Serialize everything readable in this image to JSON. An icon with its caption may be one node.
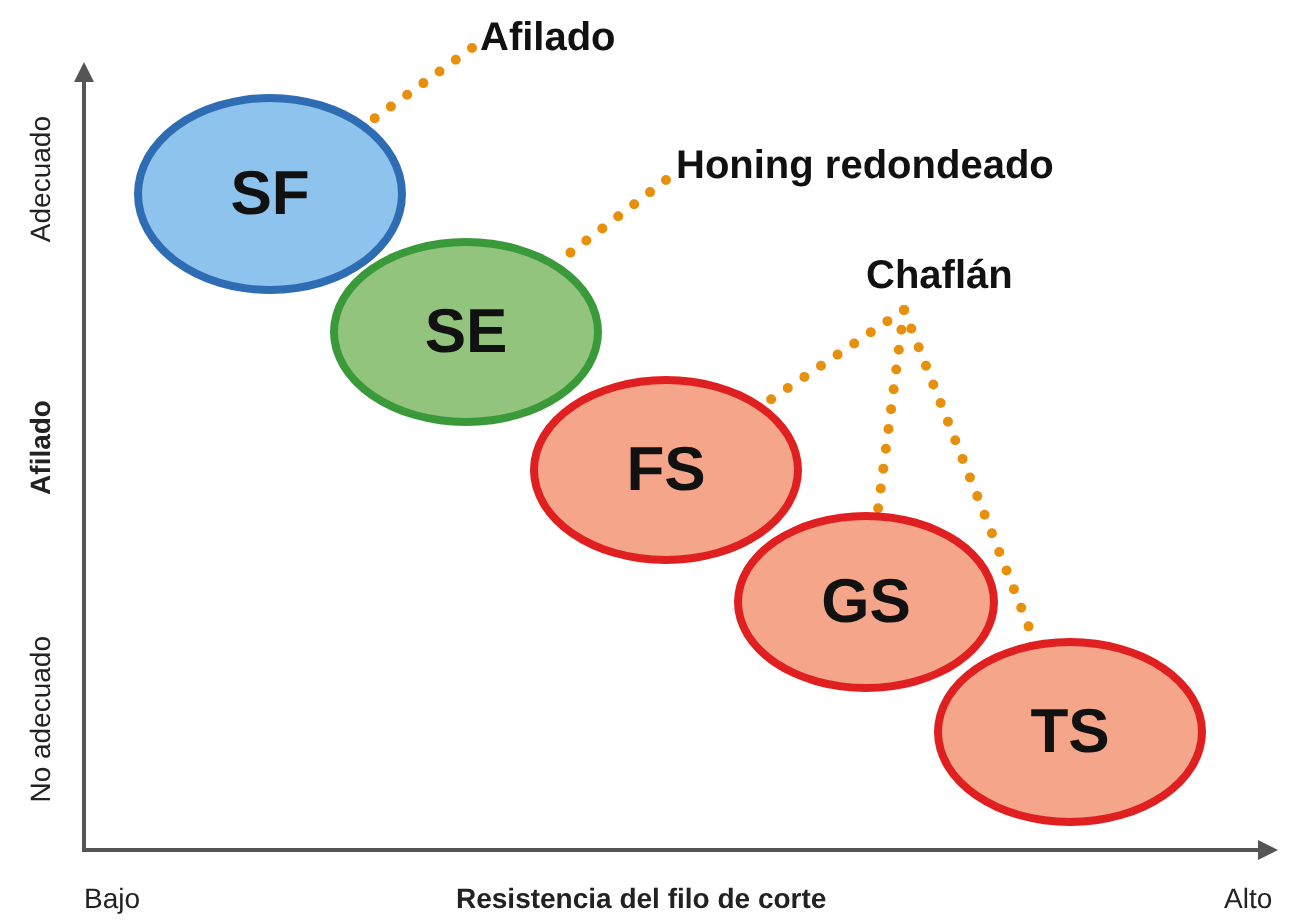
{
  "diagram": {
    "nodes": [
      {
        "text": [
          "Afilado"
        ]
      },
      {
        "text": [
          "Honing redondeado"
        ]
      },
      {
        "text": [
          "Chaflán"
        ]
      },
      {
        "text": [
          "SF"
        ]
      },
      {
        "text": [
          "SE"
        ]
      },
      {
        "text": [
          "FS"
        ]
      },
      {
        "text": [
          "GS"
        ]
      },
      {
        "text": [
          "TS"
        ]
      }
    ],
    "edges": [
      {
        "from": 0,
        "to": 3,
        "arrow": "none",
        "style": "dashed"
      },
      {
        "from": 1,
        "to": 4,
        "arrow": "none",
        "style": "dashed"
      },
      {
        "from": 2,
        "to": 5,
        "arrow": "none",
        "style": "dashed"
      },
      {
        "from": 2,
        "to": 6,
        "arrow": "none",
        "style": "dashed"
      },
      {
        "from": 2,
        "to": 7,
        "arrow": "none",
        "style": "dashed"
      }
    ],
    "labels": [
      "Adecuado",
      "Afilado",
      "No adecuado",
      "Bajo",
      "Resistencia del filo de corte",
      "Alto"
    ]
  }
}
